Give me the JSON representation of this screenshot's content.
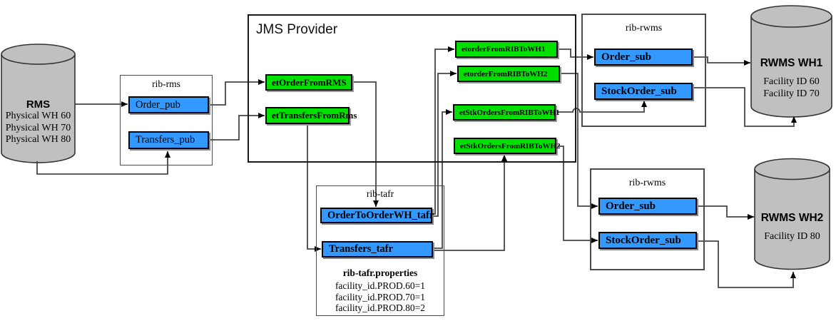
{
  "diagram": {
    "rms": {
      "title": "RMS",
      "lines": [
        "Physical WH 60",
        "Physical WH 70",
        "Physical WH 80"
      ]
    },
    "rib_rms": {
      "label": "rib-rms",
      "order_pub": "Order_pub",
      "transfers_pub": "Transfers_pub"
    },
    "jms_provider": {
      "title": "JMS Provider",
      "et_order_from_rms": "etOrderFromRMS",
      "et_transfers_from_rms": "etTransfersFromRms",
      "etorder_from_rib_to_wh1": "etorderFromRIBToWH1",
      "etorder_from_rib_to_wh2": "etorderFromRIBToWH2",
      "et_stk_orders_from_rib_to_wh1": "etStkOrdersFromRIBToWH1",
      "et_stk_orders_from_rib_to_wh2": "etStkOrdersFromRIBToWH2"
    },
    "rib_tafr": {
      "label": "rib-tafr",
      "order_to_order_wh_tafr": "OrderToOrderWH_tafr",
      "transfers_tafr": "Transfers_tafr",
      "properties_title": "rib-tafr.properties",
      "properties": [
        "facility_id.PROD.60=1",
        "facility_id.PROD.70=1",
        "facility_id.PROD.80=2"
      ]
    },
    "rib_rwms_top": {
      "label": "rib-rwms",
      "order_sub": "Order_sub",
      "stock_order_sub": "StockOrder_sub"
    },
    "rib_rwms_bottom": {
      "label": "rib-rwms",
      "order_sub": "Order_sub",
      "stock_order_sub": "StockOrder_sub"
    },
    "rwms_wh1": {
      "title": "RWMS WH1",
      "lines": [
        "Facility ID 60",
        "Facility ID 70"
      ]
    },
    "rwms_wh2": {
      "title": "RWMS WH2",
      "lines": [
        "Facility ID 80"
      ]
    },
    "colors": {
      "topic_green": "#00DF00",
      "endpoint_blue": "#3399FF",
      "cylinder_gray": "#C0C0C0"
    }
  }
}
